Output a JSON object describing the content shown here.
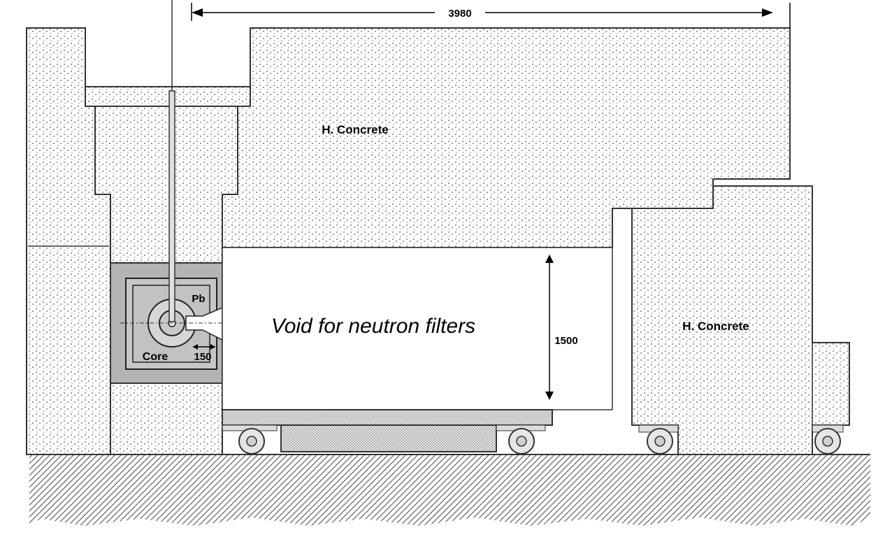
{
  "labels": {
    "concrete_main": "H. Concrete",
    "concrete_right": "H. Concrete",
    "void": "Void for neutron filters",
    "core": "Core",
    "lead": "Pb",
    "dim_width": "3980",
    "dim_height": "1500",
    "dim_core_gap": "150"
  },
  "colors": {
    "concrete_bg": "#ffffff",
    "concrete_dot": "#555555",
    "lead_gray": "#b4b4b4",
    "inner_gray": "#cfcfcf",
    "ground_hatch": "#555555",
    "outline": "#333333"
  }
}
